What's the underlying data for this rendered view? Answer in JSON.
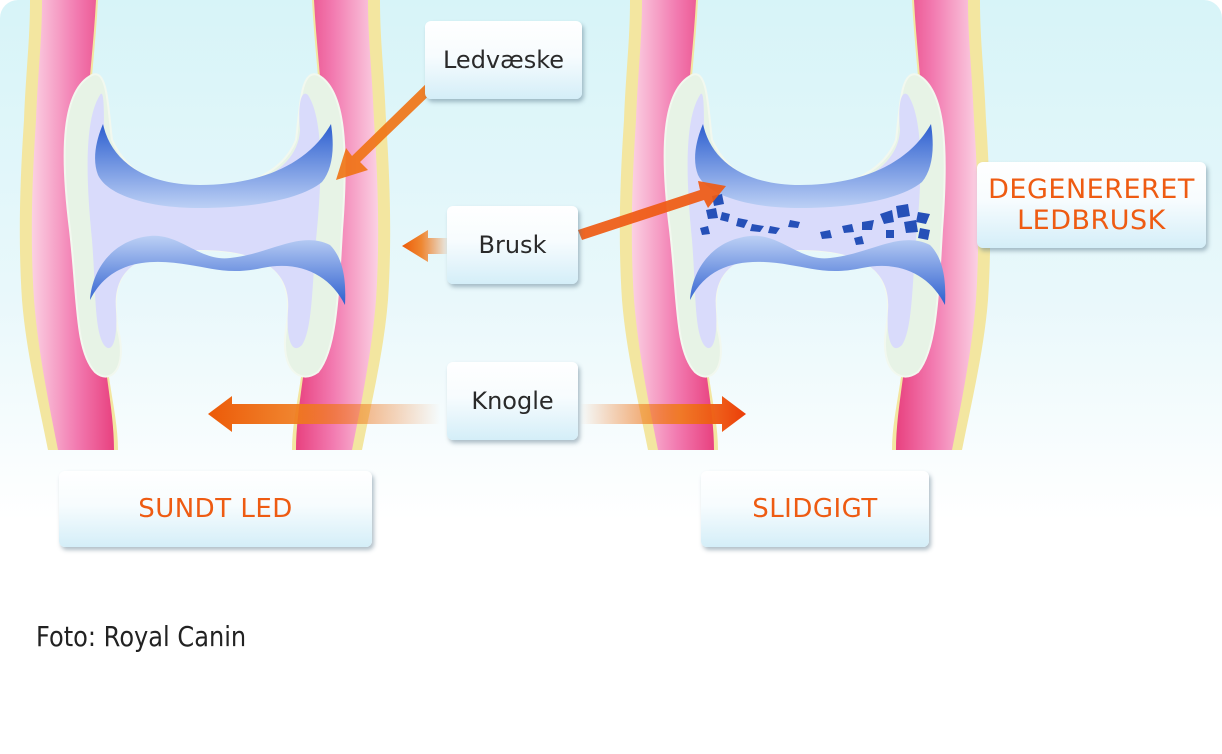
{
  "labels": {
    "synovial_fluid": "Ledvæske",
    "cartilage": "Brusk",
    "bone": "Knogle",
    "degenerated_cartilage": [
      "DEGENERERET",
      "LEDBRUSK"
    ]
  },
  "captions": {
    "healthy": "SUNDT LED",
    "arthritis": "SLIDGIGT"
  },
  "credit": "Foto: Royal Canin",
  "colors": {
    "bone_pink": "#ee4a8e",
    "bone_outline": "#f3e6a0",
    "cartilage_blue": "#3f72d6",
    "arrow_orange": "#ef6a10",
    "caption_orange": "#ee5b12"
  }
}
